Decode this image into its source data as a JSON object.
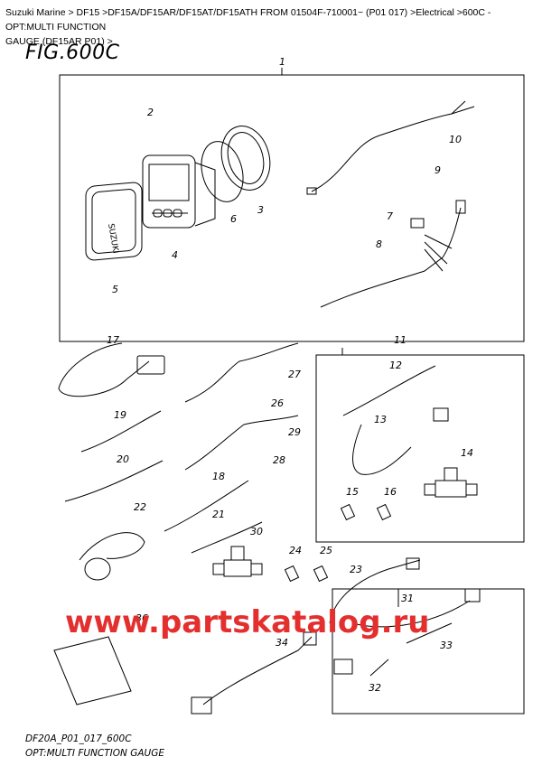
{
  "breadcrumb": {
    "line1": "Suzuki Marine > DF15 >DF15A/DF15AR/DF15AT/DF15ATH FROM 01504F-710001~ (P01 017) >Electrical >600C - OPT:MULTI FUNCTION",
    "line2": "GAUGE (DF15AR P01) >"
  },
  "figure": {
    "title": "FIG.600C"
  },
  "callouts": [
    "1",
    "2",
    "3",
    "4",
    "5",
    "6",
    "7",
    "8",
    "9",
    "10",
    "11",
    "12",
    "13",
    "14",
    "15",
    "16",
    "17",
    "18",
    "19",
    "20",
    "21",
    "22",
    "23",
    "24",
    "25",
    "26",
    "27",
    "28",
    "29",
    "30",
    "31",
    "32",
    "33",
    "34",
    "36"
  ],
  "watermark": "www.partskatalog.ru",
  "gauge_logo": "SUZUKI",
  "footer": {
    "code": "DF20A_P01_017_600C",
    "caption": "OPT:MULTI FUNCTION GAUGE"
  },
  "colors": {
    "watermark": "#e3302f",
    "line": "#000000"
  }
}
